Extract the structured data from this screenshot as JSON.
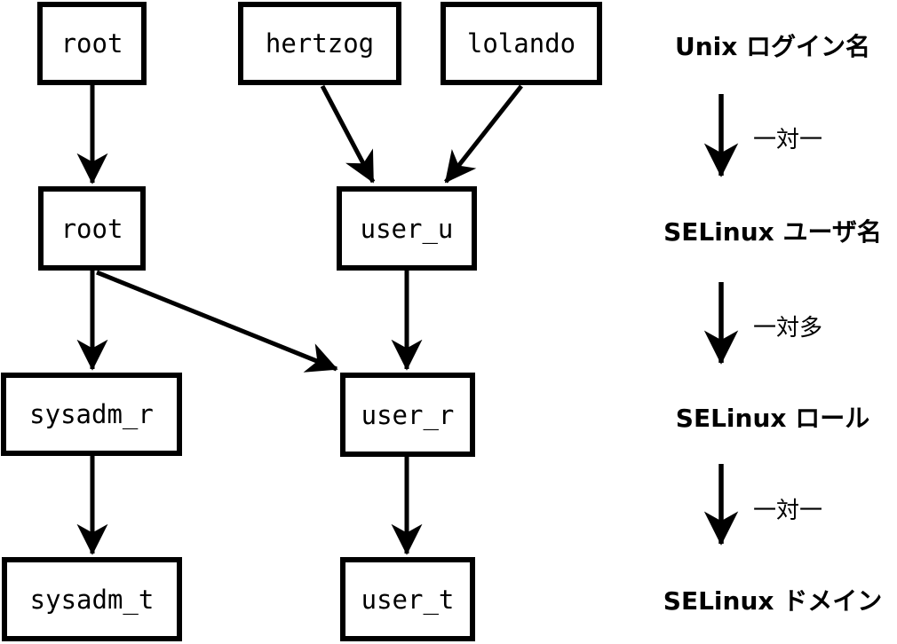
{
  "colors": {
    "line": "#000000",
    "background": "#ffffff",
    "box_fill": "#ffffff"
  },
  "diagram": {
    "nodes": [
      {
        "id": "unix-root",
        "label": "root"
      },
      {
        "id": "unix-hertzog",
        "label": "hertzog"
      },
      {
        "id": "unix-lolando",
        "label": "lolando"
      },
      {
        "id": "selinux-root",
        "label": "root"
      },
      {
        "id": "selinux-user-u",
        "label": "user_u"
      },
      {
        "id": "role-sysadm-r",
        "label": "sysadm_r"
      },
      {
        "id": "role-user-r",
        "label": "user_r"
      },
      {
        "id": "domain-sysadm-t",
        "label": "sysadm_t"
      },
      {
        "id": "domain-user-t",
        "label": "user_t"
      }
    ],
    "edges": [
      {
        "id": "unix-root-to-selinux-root",
        "from": "unix-root",
        "to": "selinux-root"
      },
      {
        "id": "hertzog-to-user-u",
        "from": "unix-hertzog",
        "to": "selinux-user-u"
      },
      {
        "id": "lolando-to-user-u",
        "from": "unix-lolando",
        "to": "selinux-user-u"
      },
      {
        "id": "selinux-root-to-sysadm-r",
        "from": "selinux-root",
        "to": "role-sysadm-r"
      },
      {
        "id": "selinux-root-to-user-r",
        "from": "selinux-root",
        "to": "role-user-r"
      },
      {
        "id": "user-u-to-user-r",
        "from": "selinux-user-u",
        "to": "role-user-r"
      },
      {
        "id": "sysadm-r-to-sysadm-t",
        "from": "role-sysadm-r",
        "to": "domain-sysadm-t"
      },
      {
        "id": "user-r-to-user-t",
        "from": "role-user-r",
        "to": "domain-user-t"
      }
    ]
  },
  "legend": {
    "titles": [
      {
        "id": "unix-login-name",
        "label": "Unix ログイン名"
      },
      {
        "id": "selinux-user-name",
        "label": "SELinux ユーザ名"
      },
      {
        "id": "selinux-role",
        "label": "SELinux ロール"
      },
      {
        "id": "selinux-domain",
        "label": "SELinux ドメイン"
      }
    ],
    "relations": [
      {
        "id": "one-to-one-1",
        "label": "一対一"
      },
      {
        "id": "one-to-many",
        "label": "一対多"
      },
      {
        "id": "one-to-one-2",
        "label": "一対一"
      }
    ]
  }
}
